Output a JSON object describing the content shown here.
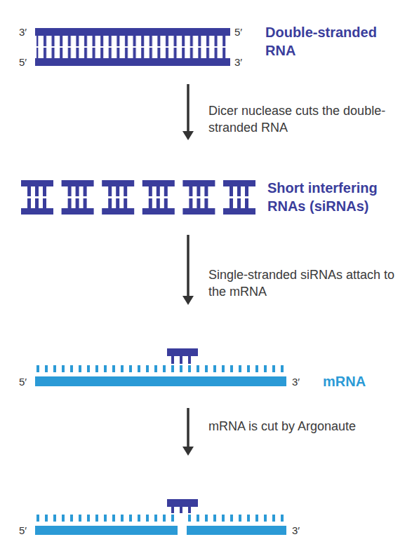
{
  "diagram": {
    "nodes": [
      {
        "text": [
          "3′",
          "5′",
          "5′",
          "3′",
          "Double-stranded RNA"
        ]
      },
      {
        "text": [
          "Short interfering RNAs (siRNAs)"
        ]
      },
      {
        "text": [
          "5′",
          "3′",
          "mRNA"
        ]
      },
      {
        "text": [
          "5′",
          "3′"
        ]
      }
    ],
    "edges": [
      {
        "from": 0,
        "to": 1,
        "label": "Dicer nuclease cuts the double-stranded RNA",
        "arrow": "to"
      },
      {
        "from": 1,
        "to": 2,
        "label": "Single-stranded siRNAs attach to the mRNA",
        "arrow": "to"
      },
      {
        "from": 2,
        "to": 3,
        "label": "mRNA is cut by Argonaute",
        "arrow": "to"
      }
    ]
  }
}
